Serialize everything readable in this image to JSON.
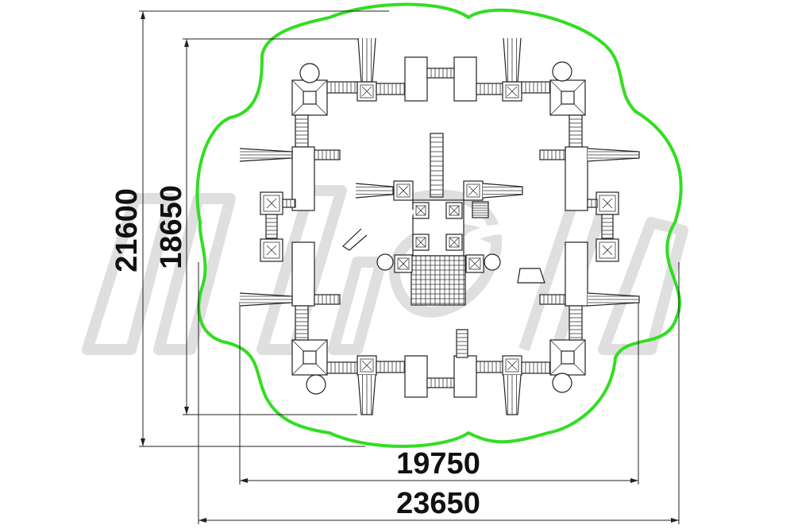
{
  "diagram": {
    "dimensions": {
      "outer_height": "21600",
      "inner_height": "18650",
      "inner_width": "19750",
      "outer_width": "23650"
    },
    "colors": {
      "safety_zone": "#33dd22",
      "lines": "#222222",
      "watermark": "#d4d4d4"
    }
  }
}
